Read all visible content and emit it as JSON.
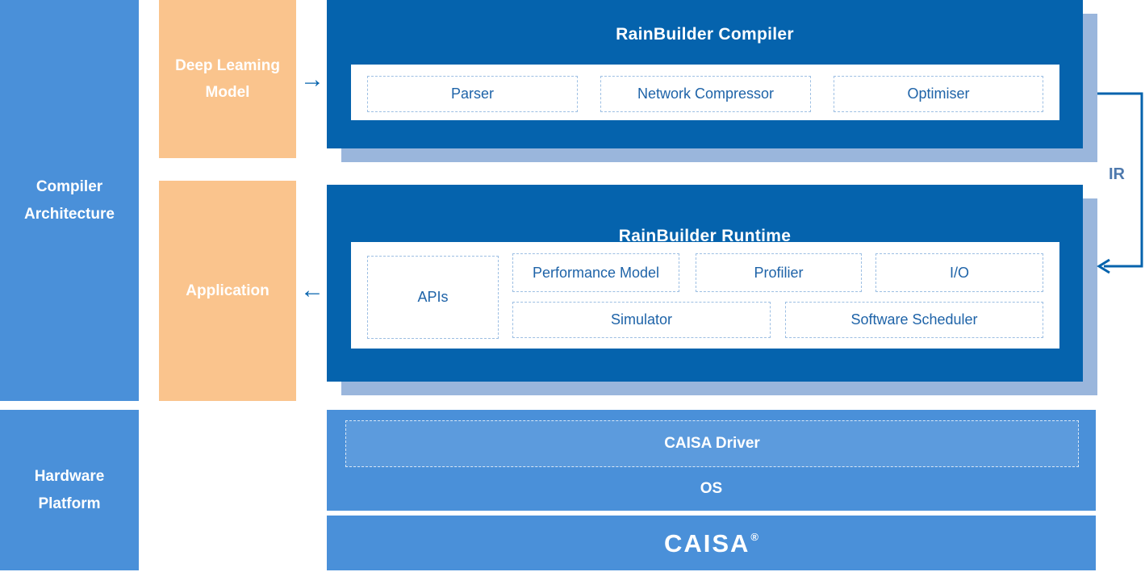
{
  "palette": {
    "medium_blue": "#4A90D9",
    "dark_blue": "#0563AD",
    "shadow_blue": "#9AB6DC",
    "orange": "#FAC48D",
    "driver_bar_blue": "#5C9BDD",
    "module_text_blue": "#1E63A8",
    "ir_line_blue": "#0563AD"
  },
  "sidebar": {
    "compiler_architecture": "Compiler Architecture",
    "hardware_platform": "Hardware Platform"
  },
  "sources": {
    "deep_learning_model": "Deep Leaming Model",
    "application": "Application"
  },
  "icons": {
    "arrow_right": "→",
    "arrow_left": "←"
  },
  "compiler": {
    "title": "RainBuilder Compiler",
    "modules": [
      "Parser",
      "Network Compressor",
      "Optimiser"
    ]
  },
  "runtime": {
    "title": "RainBuilder Runtime",
    "apis": "APIs",
    "row1": [
      "Performance Model",
      "Profilier",
      "I/O"
    ],
    "row2": [
      "Simulator",
      "Software Scheduler"
    ]
  },
  "ir": {
    "label": "IR"
  },
  "platform": {
    "driver": "CAISA Driver",
    "os": "OS",
    "caisa": "CAISA",
    "registered_mark": "®"
  }
}
